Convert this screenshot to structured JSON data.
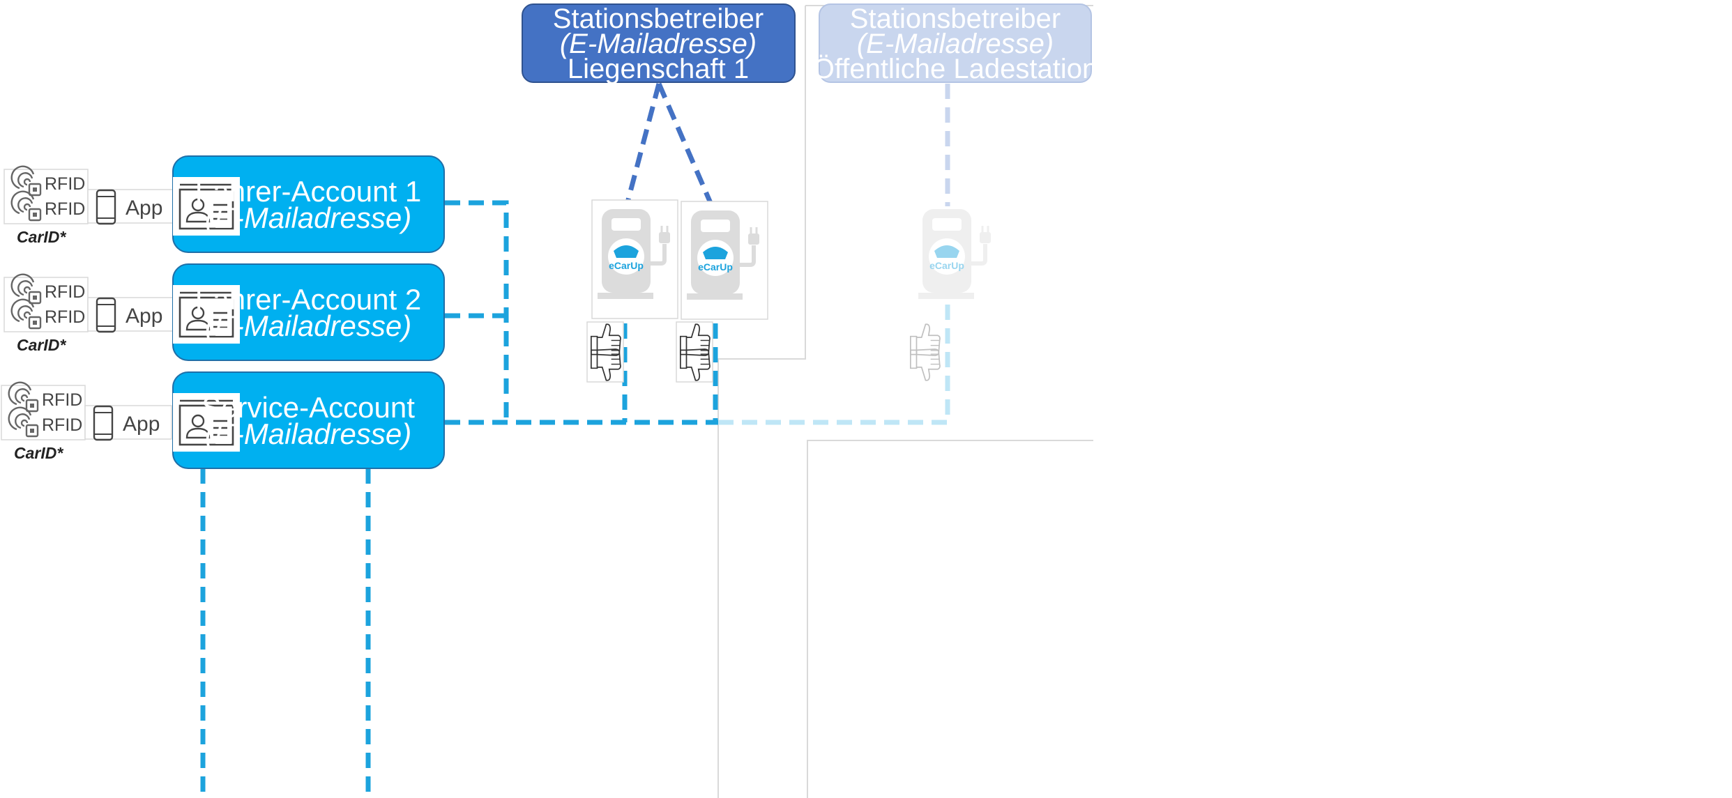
{
  "operators": [
    {
      "name": "Stationsbetreiber",
      "email": "(E-Mailadresse)",
      "label": "Liegenschaft 1",
      "color": "#4472c4"
    },
    {
      "name": "Stationsbetreiber",
      "email": "(E-Mailadresse)",
      "label": "Öffentliche Ladestation",
      "color": "#c9d6ee"
    }
  ],
  "accounts": [
    {
      "title": "Fahrer-Account 1",
      "email": "(E-Mailadresse)",
      "rfid": [
        "RFID",
        "RFID"
      ],
      "app": "App",
      "carid": "CarID*"
    },
    {
      "title": "Fahrer-Account 2",
      "email": "(E-Mailadresse)",
      "rfid": [
        "RFID",
        "RFID"
      ],
      "app": "App",
      "carid": "CarID*"
    },
    {
      "title": "Service-Account",
      "email": "(E-Mailadresse)",
      "rfid": [
        "RFID",
        "RFID"
      ],
      "app": "App",
      "carid": "CarID*"
    }
  ],
  "stations": [
    {
      "logo": "eCarUp",
      "icon": "charging-station-icon"
    },
    {
      "logo": "eCarUp",
      "icon": "charging-station-icon"
    },
    {
      "logo": "eCarUp",
      "icon": "charging-station-icon"
    }
  ],
  "colors": {
    "account_fill": "#00b0f0",
    "link_blue": "#1ca3dd",
    "link_light": "#bfe6f6",
    "operator_link": "#4472c4",
    "operator_link_light": "#c9d6ee"
  }
}
